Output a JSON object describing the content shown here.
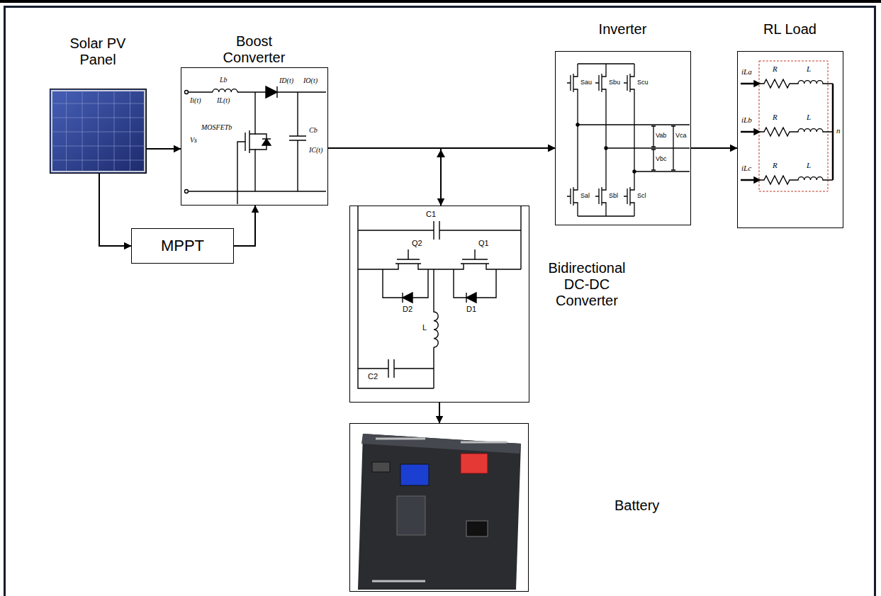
{
  "diagram": {
    "nodes": [
      {
        "text": [
          "Solar PV Panel"
        ]
      },
      {
        "text": [
          "Boost Converter"
        ]
      },
      {
        "text": [
          "Inverter"
        ]
      },
      {
        "text": [
          "RL Load"
        ]
      },
      {
        "text": [
          "MPPT"
        ]
      },
      {
        "text": [
          "Bidirectional DC-DC Converter"
        ]
      },
      {
        "text": [
          "Battery"
        ]
      }
    ],
    "edges": [
      {
        "from": 0,
        "to": 1,
        "arrow": "to"
      },
      {
        "from": 0,
        "to": 4,
        "arrow": "to"
      },
      {
        "from": 4,
        "to": 1,
        "arrow": "to"
      },
      {
        "from": 1,
        "to": 2,
        "arrow": "to"
      },
      {
        "from": 2,
        "to": 3,
        "arrow": "to"
      },
      {
        "from": 5,
        "to": 2,
        "arrow": "both"
      },
      {
        "from": 5,
        "to": 6,
        "arrow": "to"
      }
    ],
    "labels": [
      "Lb",
      "IL(t)",
      "ID(t)",
      "IO(t)",
      "Vs",
      "Ii(t)",
      "MOSFETb",
      "Cb",
      "IC(t)",
      "Sau",
      "Sbu",
      "Scu",
      "Sal",
      "Sbl",
      "Scl",
      "Vab",
      "Vbc",
      "Vca",
      "iLa",
      "R",
      "L",
      "iLb",
      "R",
      "L",
      "iLc",
      "R",
      "L",
      "n",
      "C1",
      "Q2",
      "Q1",
      "D2",
      "D1",
      "L",
      "C2"
    ]
  }
}
